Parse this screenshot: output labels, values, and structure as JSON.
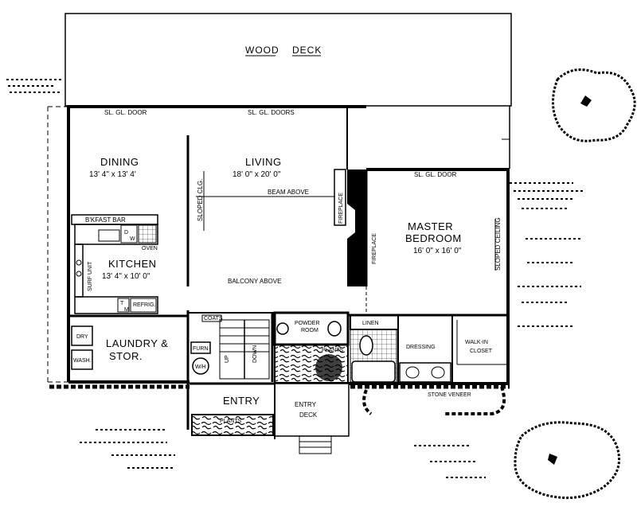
{
  "colors": {
    "ink": "#000000",
    "paper": "#ffffff"
  },
  "labels": {
    "wood_deck_1": "WOOD",
    "wood_deck_2": "DECK",
    "sl_gl_door_dining": "SL. GL. DOOR",
    "sl_gl_doors_living": "SL. GL. DOORS",
    "sl_gl_door_master": "SL. GL. DOOR",
    "dining": "DINING",
    "dining_dim": "13' 4\" x 13' 4'",
    "living": "LIVING",
    "living_dim": "18' 0\" x 20' 0\"",
    "beam_above": "BEAM ABOVE",
    "sloped_clg": "SLOPED CLG.",
    "balcony_above": "BALCONY ABOVE",
    "fireplace_living": "FIREPLACE",
    "fireplace_master": "FIREPLACE",
    "master_1": "MASTER",
    "master_2": "BEDROOM",
    "master_dim": "16' 0\" x 16' 0\"",
    "sloped_ceiling": "SLOPED CEILING",
    "bkfast_bar": "B'KFAST BAR",
    "dw_d": "D",
    "dw_w": "W",
    "oven": "OVEN",
    "kitchen": "KITCHEN",
    "kitchen_dim": "13' 4\" x 10' 0\"",
    "surf_unit": "SURF UNIT",
    "refrig": "REFRIG.",
    "t": "T",
    "m": "M",
    "dry": "DRY",
    "wash": "WASH.",
    "laundry_1": "LAUNDRY &",
    "laundry_2": "STOR.",
    "furn": "FURN",
    "wh": "W/H",
    "coats": "COATS",
    "up": "UP",
    "down": "DOWN",
    "powder_1": "POWDER",
    "powder_2": "ROOM",
    "plants_inner": "PLANTS",
    "linen": "LINEN",
    "dressing": "DRESSING",
    "walkin_1": "WALK-IN",
    "walkin_2": "CLOSET",
    "entry": "ENTRY",
    "entry_deck_1": "ENTRY",
    "entry_deck_2": "DECK",
    "plants_front": "PLANTS",
    "stone_veneer": "STONE VENEER"
  }
}
